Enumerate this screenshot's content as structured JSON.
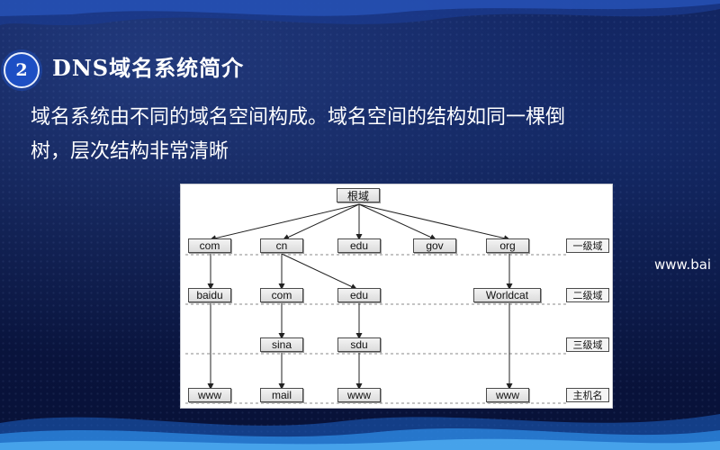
{
  "slide": {
    "number": "2",
    "title": "DNS域名系统简介",
    "body_line1": "域名系统由不同的域名空间构成。域名空间的结构如同一棵倒",
    "body_line2": "树，层次结构非常清晰",
    "watermark": "www.bai"
  },
  "diagram": {
    "root": "根域",
    "level1": [
      "com",
      "cn",
      "edu",
      "gov",
      "org"
    ],
    "level2": [
      "baidu",
      "com",
      "edu",
      "Worldcat"
    ],
    "level3": [
      "sina",
      "sdu"
    ],
    "hosts": [
      "www",
      "mail",
      "www",
      "www"
    ],
    "level_labels": [
      "一级域",
      "二级域",
      "三级域",
      "主机名"
    ]
  }
}
